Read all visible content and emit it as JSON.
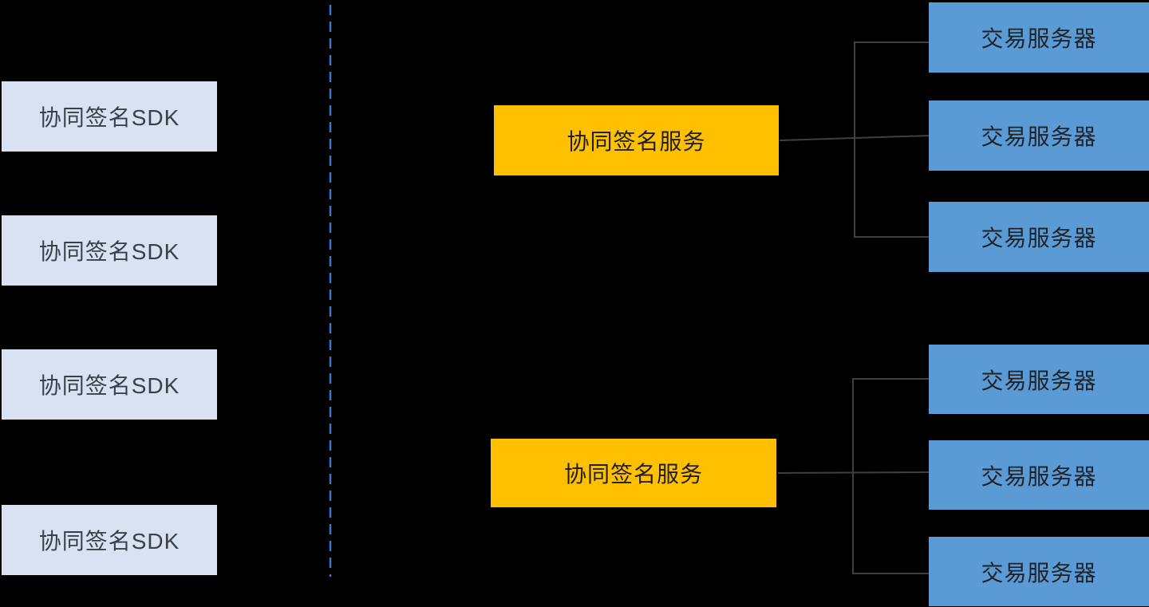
{
  "diagram": {
    "title": "collaborative-signing-architecture",
    "background": "#000000",
    "colors": {
      "sdk_fill": "#D9E2F3",
      "service_fill": "#FFC000",
      "server_fill": "#5B9BD5",
      "divider_line": "#4472C4",
      "connector_line": "#404040",
      "text_dark": "#262626"
    },
    "left_column": {
      "items": [
        {
          "label": "协同签名SDK"
        },
        {
          "label": "协同签名SDK"
        },
        {
          "label": "协同签名SDK"
        },
        {
          "label": "协同签名SDK"
        }
      ]
    },
    "divider": {
      "style": "dashed-vertical",
      "color": "#4472C4"
    },
    "clusters": [
      {
        "service": {
          "label": "协同签名服务"
        },
        "servers": [
          {
            "label": "交易服务器"
          },
          {
            "label": "交易服务器"
          },
          {
            "label": "交易服务器"
          }
        ]
      },
      {
        "service": {
          "label": "协同签名服务"
        },
        "servers": [
          {
            "label": "交易服务器"
          },
          {
            "label": "交易服务器"
          },
          {
            "label": "交易服务器"
          }
        ]
      }
    ]
  }
}
